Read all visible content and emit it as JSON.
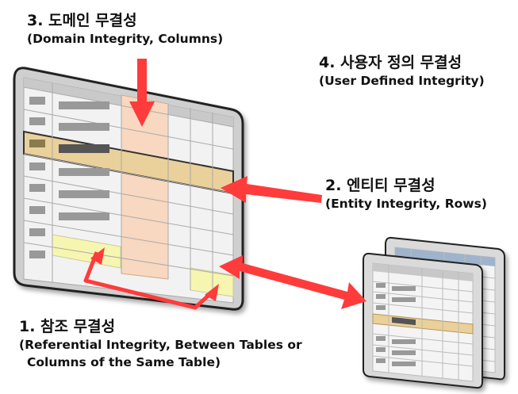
{
  "labels": {
    "domain": {
      "title": "3. 도메인 무결성",
      "subtitle": "(Domain Integrity, Columns)"
    },
    "user": {
      "title": "4. 사용자 정의 무결성",
      "subtitle": "(User Defined Integrity)"
    },
    "entity": {
      "title": "2. 엔티티 무결성",
      "subtitle": "(Entity Integrity, Rows)"
    },
    "referential": {
      "title": "1. 참조 무결성",
      "subtitle_line1": "(Referential Integrity,  Between Tables or",
      "subtitle_line2": "Columns of the Same Table)"
    }
  },
  "colors": {
    "arrow": "#ff3b3b",
    "column_highlight": "#f8d8c0",
    "row_highlight": "#ead09a",
    "reference_cells": "#f6f6b0",
    "table_frame": "#222222",
    "table_bg": "#e4e4e4"
  },
  "icons": [
    "table-icon",
    "arrow-icon",
    "bracket-connector-icon"
  ]
}
